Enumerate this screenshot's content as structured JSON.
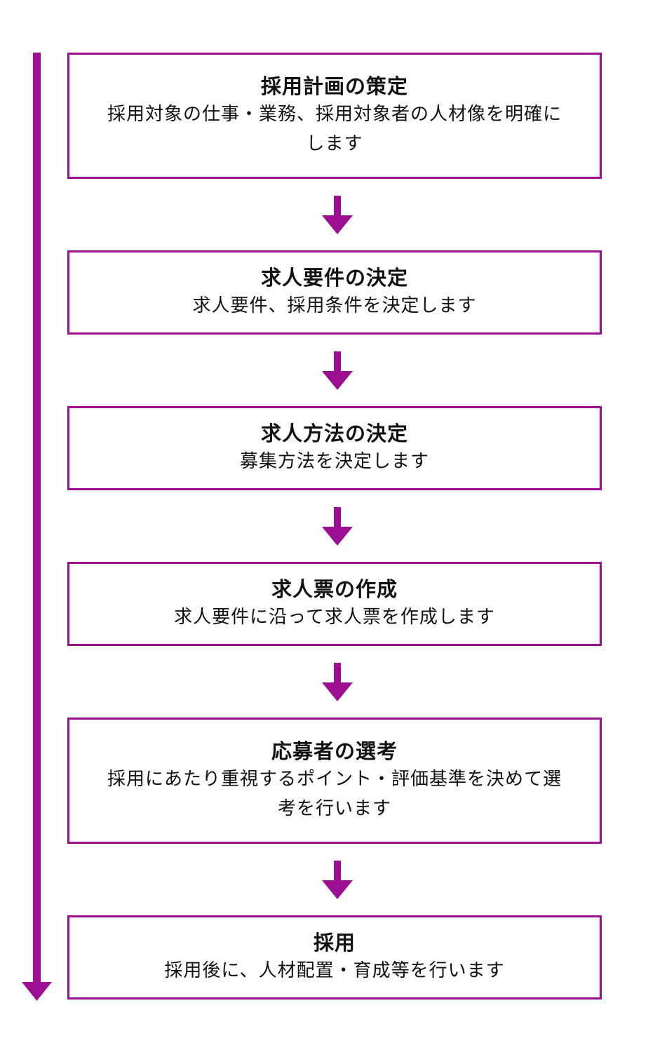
{
  "diagram": {
    "accent_color": "#9c0f92",
    "steps": [
      {
        "title": "採用計画の策定",
        "description": "採用対象の仕事・業務、採用対象者の人材像を明確にします"
      },
      {
        "title": "求人要件の決定",
        "description": "求人要件、採用条件を決定します"
      },
      {
        "title": "求人方法の決定",
        "description": "募集方法を決定します"
      },
      {
        "title": "求人票の作成",
        "description": "求人要件に沿って求人票を作成します"
      },
      {
        "title": "応募者の選考",
        "description": "採用にあたり重視するポイント・評価基準を決めて選考を行います"
      },
      {
        "title": "採用",
        "description": "採用後に、人材配置・育成等を行います"
      }
    ]
  }
}
